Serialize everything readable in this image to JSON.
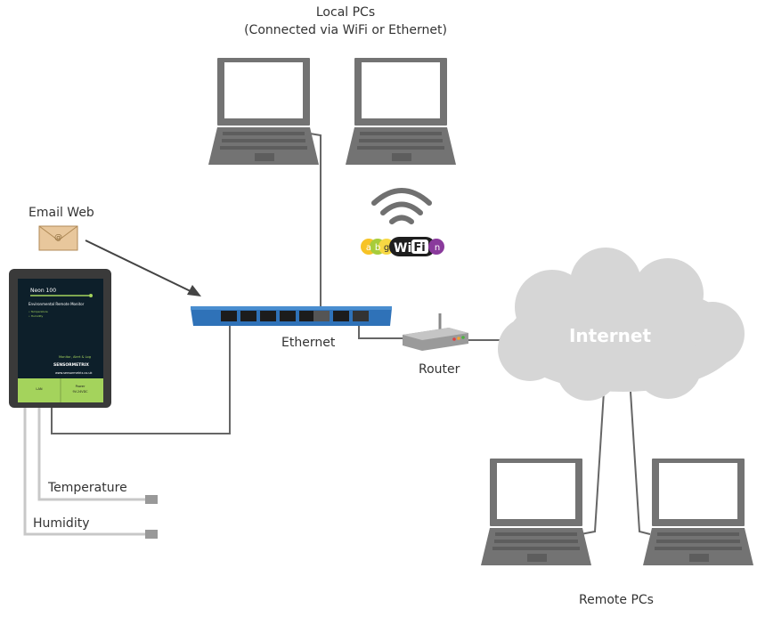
{
  "labels": {
    "local_pcs_title": "Local PCs",
    "local_pcs_subtitle": "(Connected via WiFi or Ethernet)",
    "email_web": "Email Web",
    "ethernet": "Ethernet",
    "router": "Router",
    "internet": "Internet",
    "remote_pcs": "Remote PCs",
    "temperature": "Temperature",
    "humidity": "Humidity"
  },
  "wifi_logo": {
    "letters": [
      "a",
      "b",
      "g"
    ],
    "wordmark_wi": "Wi",
    "wordmark_fi": "Fi",
    "suffix": "n"
  },
  "device": {
    "title": "Neon 100",
    "subtitle": "Environmental Remote Monitor",
    "bullets": [
      "• Temperature",
      "• Humidity"
    ],
    "tagline": "Monitor, Alert & Log",
    "brand": "SENSORMETRIX",
    "website": "www.sensormetrix.co.uk",
    "port_lan": "LAN",
    "port_power_label": "Power",
    "port_power_value": "9V-24VDC"
  },
  "colors": {
    "switch_blue": "#2f72b8",
    "device_green": "#a4d35c",
    "cloud_gray": "#d6d6d6",
    "laptop_gray": "#737373",
    "wire_gray": "#666666",
    "sensor_wire": "#c8c8c8"
  }
}
